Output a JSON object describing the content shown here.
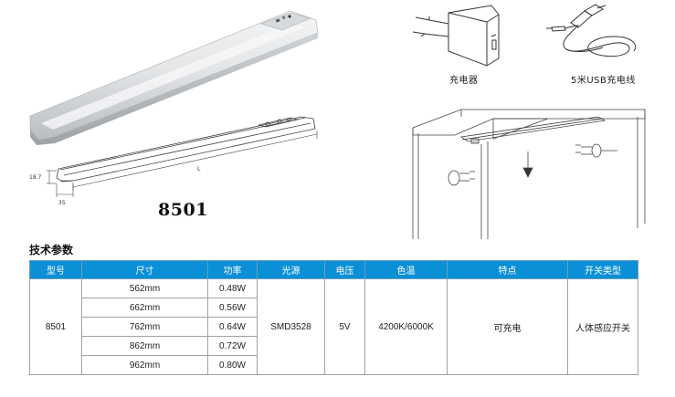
{
  "captions": {
    "charger": "充电器",
    "usb_cable": "5米USB充电线",
    "model_name": "8501",
    "dim_height": "18.7",
    "dim_width": "35",
    "dim_length": "L"
  },
  "section_title": "技术参数",
  "table": {
    "headers": [
      "型号",
      "尺寸",
      "功率",
      "光源",
      "电压",
      "色温",
      "特点",
      "开关类型"
    ],
    "model": "8501",
    "rows": [
      {
        "size": "562mm",
        "power": "0.48W"
      },
      {
        "size": "662mm",
        "power": "0.56W"
      },
      {
        "size": "762mm",
        "power": "0.64W"
      },
      {
        "size": "862mm",
        "power": "0.72W"
      },
      {
        "size": "962mm",
        "power": "0.80W"
      }
    ],
    "light_source": "SMD3528",
    "voltage": "5V",
    "color_temp": "4200K/6000K",
    "feature": "可充电",
    "switch_type": "人体感应开关"
  },
  "colors": {
    "header_bg": "#0b8fd6",
    "header_text": "#ffffff"
  }
}
